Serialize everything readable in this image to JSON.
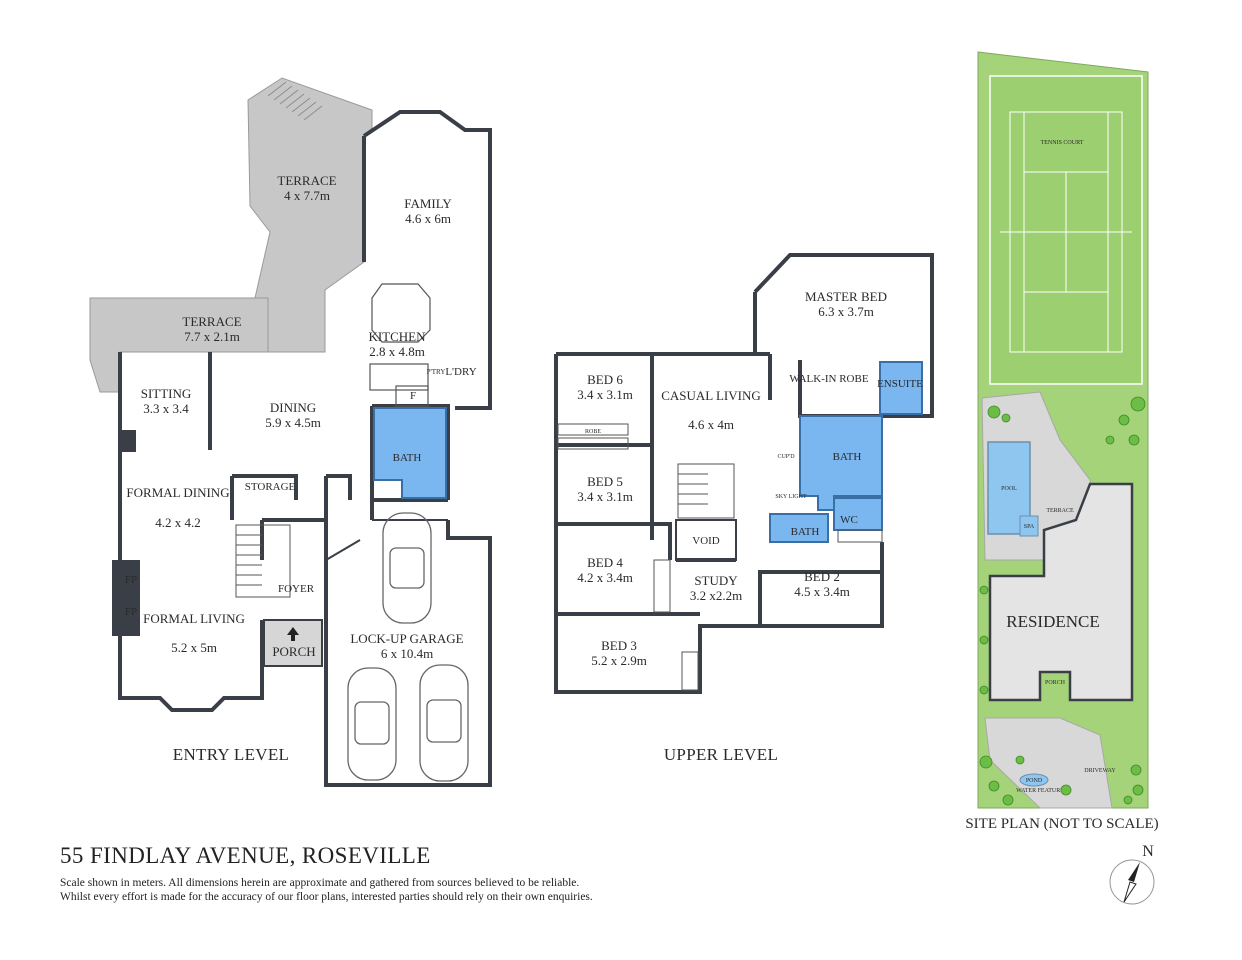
{
  "address": "55 FINDLAY AVENUE, ROSEVILLE",
  "disclaimer": [
    "Scale shown in meters.  All dimensions herein are approximate and gathered from sources believed to be  reliable.",
    "Whilst every effort is made for the accuracy of our floor plans, interested parties should rely on their own enquiries."
  ],
  "colors": {
    "wall": "#3a3f47",
    "terrace": "#c7c7c7",
    "wet_area": "#4f9ee6",
    "wet_area_fill": "#7ab6ef",
    "lawn": "#a5d37a",
    "garden": "#6cbd45",
    "paving": "#d8d8d8",
    "pool": "#8ec6f0"
  },
  "entry_level": {
    "title": "ENTRY LEVEL",
    "rooms": [
      {
        "name": "TERRACE",
        "dims": "4 x 7.7m"
      },
      {
        "name": "FAMILY",
        "dims": "4.6 x 6m"
      },
      {
        "name": "TERRACE",
        "dims": "7.7 x 2.1m"
      },
      {
        "name": "KITCHEN",
        "dims": "2.8 x 4.8m"
      },
      {
        "name": "SITTING",
        "dims": "3.3 x 3.4"
      },
      {
        "name": "DINING",
        "dims": "5.9 x 4.5m"
      },
      {
        "name": "FORMAL DINING",
        "dims": "4.2 x 4.2"
      },
      {
        "name": "FORMAL LIVING",
        "dims": "5.2 x 5m"
      },
      {
        "name": "LOCK-UP GARAGE",
        "dims": "6 x 10.4m"
      }
    ],
    "small_labels": {
      "bath": "BATH",
      "storage": "STORAGE",
      "foyer": "FOYER",
      "porch": "PORCH",
      "pantry": "P'TRY",
      "laundry": "L'DRY",
      "fridge": "F",
      "fp1": "FP",
      "fp2": "FP"
    }
  },
  "upper_level": {
    "title": "UPPER LEVEL",
    "rooms": [
      {
        "name": "MASTER BED",
        "dims": "6.3 x 3.7m"
      },
      {
        "name": "BED 6",
        "dims": "3.4 x 3.1m"
      },
      {
        "name": "CASUAL LIVING",
        "dims": "4.6 x 4m"
      },
      {
        "name": "BED 5",
        "dims": "3.4 x 3.1m"
      },
      {
        "name": "BED 4",
        "dims": "4.2 x 3.4m"
      },
      {
        "name": "STUDY",
        "dims": "3.2 x2.2m"
      },
      {
        "name": "BED 2",
        "dims": "4.5 x 3.4m"
      },
      {
        "name": "BED 3",
        "dims": "5.2 x 2.9m"
      }
    ],
    "small_labels": {
      "walk_in_robe": "WALK-IN ROBE",
      "ensuite": "ENSUITE",
      "bath": "BATH",
      "bath2": "BATH",
      "wc": "WC",
      "void": "VOID",
      "robe": "ROBE",
      "cupd": "CUP'D",
      "skylight": "SKY LIGHT"
    }
  },
  "site_plan": {
    "title": "SITE PLAN (NOT TO SCALE)",
    "labels": {
      "residence": "RESIDENCE",
      "tennis_court": "TENNIS COURT",
      "pool": "POOL",
      "spa": "SPA",
      "terrace": "TERRACE",
      "porch": "PORCH",
      "driveway": "DRIVEWAY",
      "pond": "POND",
      "water_feature": "WATER FEATURE"
    }
  },
  "compass": {
    "label": "N",
    "icon": "north-arrow-icon"
  }
}
